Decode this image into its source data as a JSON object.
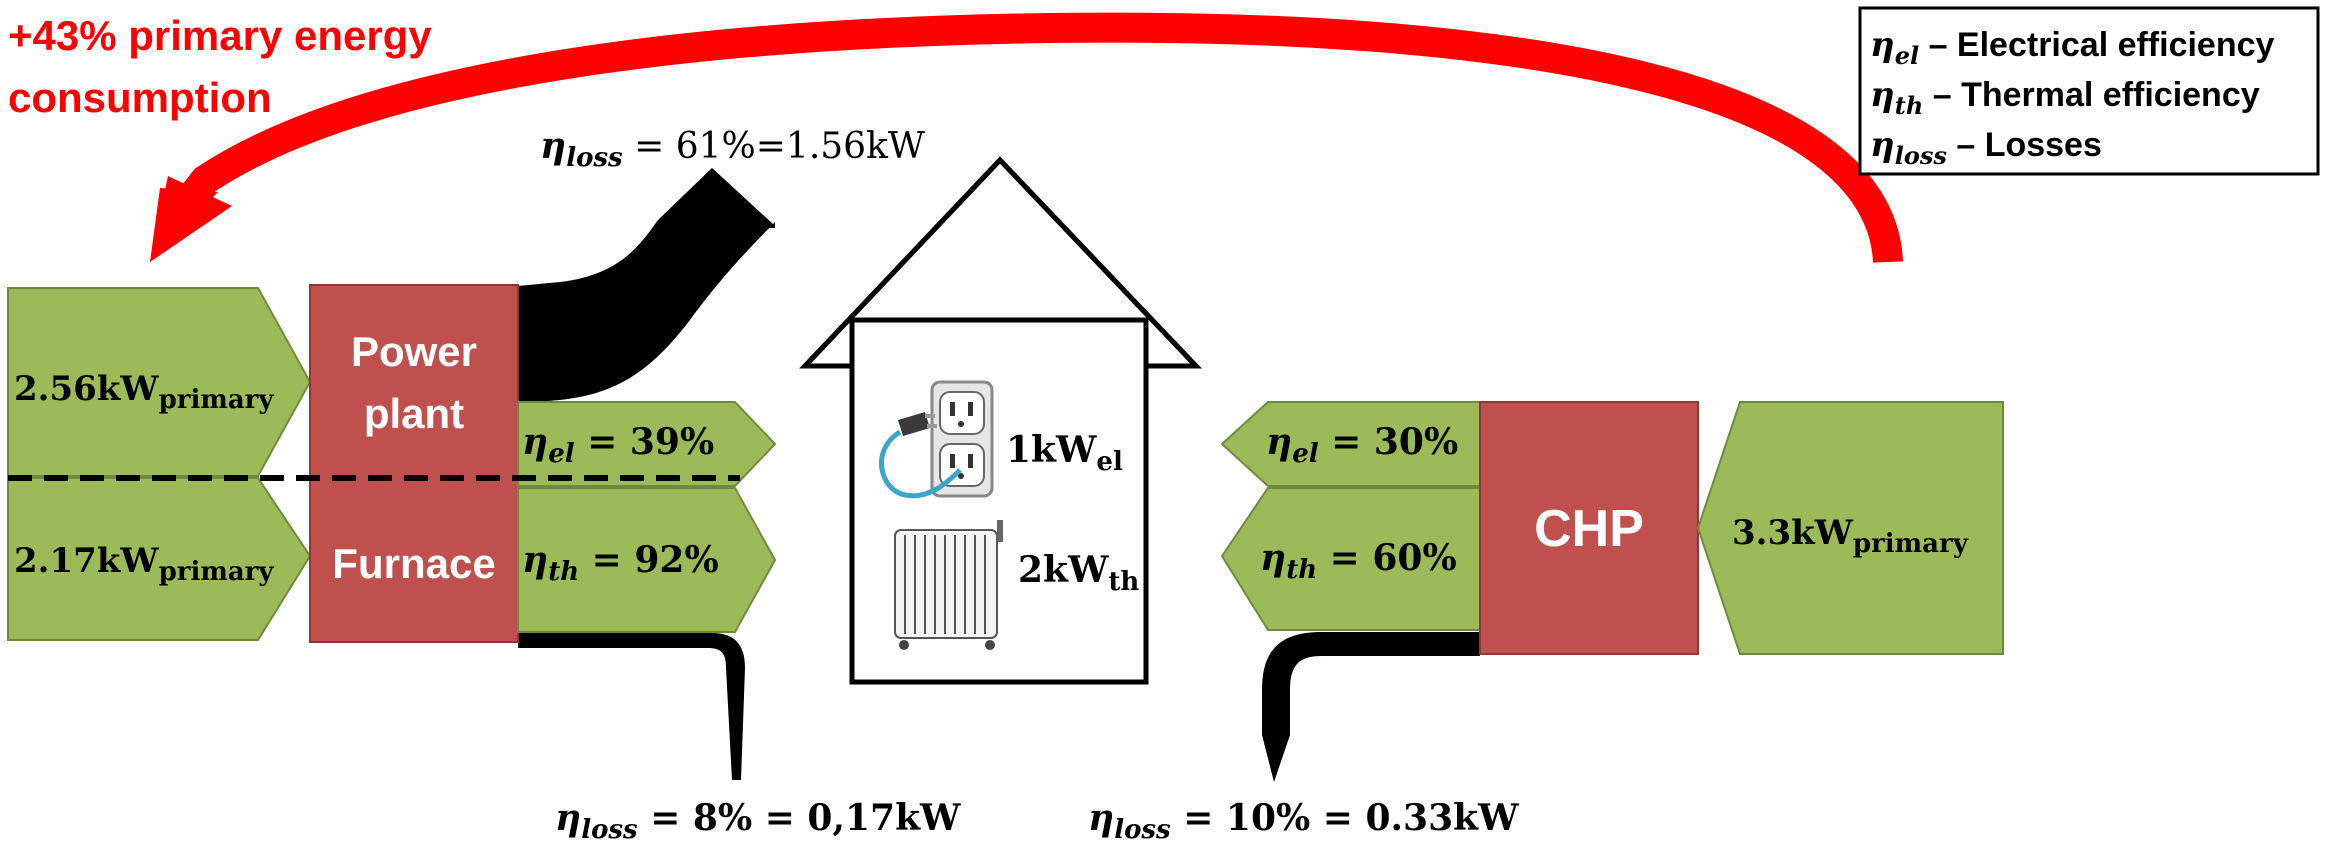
{
  "colors": {
    "green": "#9bbb59",
    "green_stroke": "#71893f",
    "red_box": "#c0504d",
    "red_box_stroke": "#8c3836",
    "arrow_red": "#ff0000",
    "loss_black": "#000000"
  },
  "headline": {
    "line1": "+43% primary energy",
    "line2": "consumption"
  },
  "legend": {
    "el_sym": "η",
    "el_sub": "el",
    "el_text": " – Electrical efficiency",
    "th_sym": "η",
    "th_sub": "th",
    "th_text": " – Thermal efficiency",
    "loss_sym": "η",
    "loss_sub": "loss",
    "loss_text": " – Losses"
  },
  "left": {
    "primary_el_value": "2.56kW",
    "primary_el_sub": "primary",
    "primary_th_value": "2.17kW",
    "primary_th_sub": "primary",
    "power_plant_line1": "Power",
    "power_plant_line2": "plant",
    "furnace": "Furnace",
    "eta_el_sym": "η",
    "eta_el_sub": "el",
    "eta_el_value": " = 39%",
    "eta_th_sym": "η",
    "eta_th_sub": "th",
    "eta_th_value": " = 92%",
    "loss_top_sym": "η",
    "loss_top_sub": "loss",
    "loss_top_value": " = 61%=1.56kW",
    "loss_bottom_sym": "η",
    "loss_bottom_sub": "loss",
    "loss_bottom_value": " = 8% = 0,17kW"
  },
  "house": {
    "el_value": "1kW",
    "el_sub": "el",
    "th_value": "2kW",
    "th_sub": "th",
    "socket_icon": "power-socket-icon",
    "radiator_icon": "radiator-icon"
  },
  "right": {
    "chp": "CHP",
    "primary_value": "3.3kW",
    "primary_sub": "primary",
    "eta_el_sym": "η",
    "eta_el_sub": "el",
    "eta_el_value": " = 30%",
    "eta_th_sym": "η",
    "eta_th_sub": "th",
    "eta_th_value": " = 60%",
    "loss_sym": "η",
    "loss_sub": "loss",
    "loss_value": " = 10% = 0.33kW"
  }
}
